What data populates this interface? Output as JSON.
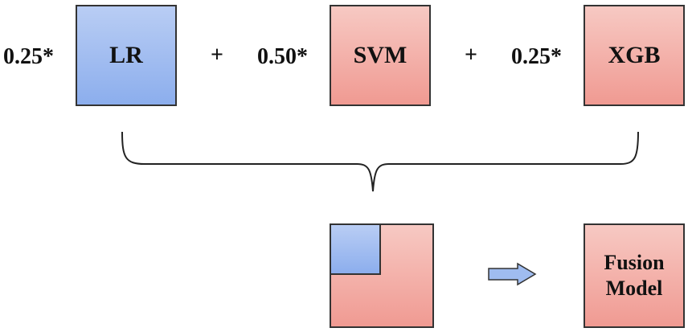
{
  "terms": [
    {
      "weight": "0.25*",
      "model": "LR"
    },
    {
      "weight": "0.50*",
      "model": "SVM"
    },
    {
      "weight": "0.25*",
      "model": "XGB"
    }
  ],
  "operators": [
    "+",
    "+"
  ],
  "result": {
    "label": "Fusion\nModel"
  },
  "colors": {
    "lr_fill": "#8caeed",
    "svm_xgb_fill": "#f09a92",
    "border": "#333333",
    "arrow_fill": "#9fbcf0"
  }
}
